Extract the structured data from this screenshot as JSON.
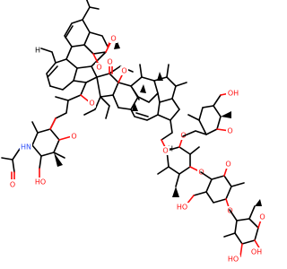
{
  "figure": {
    "type": "skeletal chemical structure",
    "background": "#ffffff",
    "colors": {
      "bond": "#000000",
      "oxygen": "#ff0d0d",
      "nitrogen": "#3050f8"
    }
  },
  "labels": {
    "oxygen": "O",
    "hydroxyl": "OH",
    "hydroxyl_left": "HO",
    "amide_nh": "HN",
    "hydrogen": "H",
    "stereo_h": "H"
  }
}
